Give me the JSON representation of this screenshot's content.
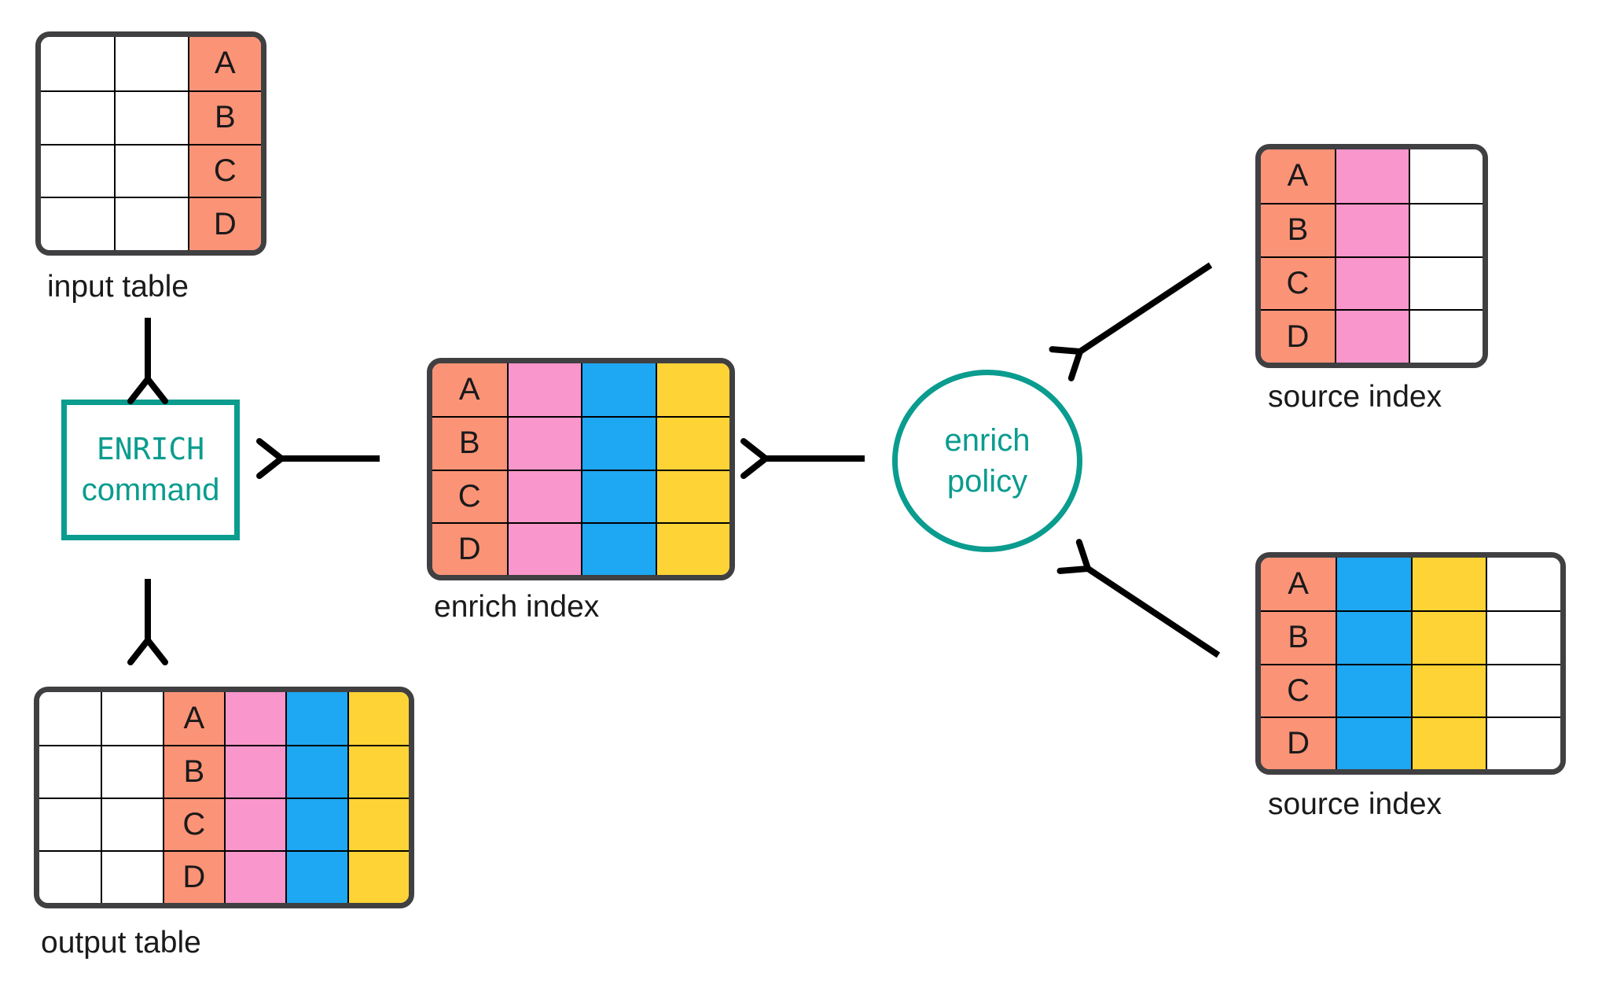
{
  "palette": {
    "salmon": "#FB9377",
    "pink": "#F996CB",
    "blue": "#1EA7F2",
    "yellow": "#FDD335",
    "teal": "#0A9C8F",
    "grid": "#000000",
    "table_border": "#404042",
    "ink": "#1A1A1A",
    "arrow": "#000000"
  },
  "row_labels": [
    "A",
    "B",
    "C",
    "D"
  ],
  "tables": [
    {
      "key": "input_table",
      "label": "input table",
      "columns": [
        "blank",
        "blank",
        "key"
      ]
    },
    {
      "key": "enrich_index",
      "label": "enrich index",
      "columns": [
        "key",
        "pink",
        "blue",
        "yellow"
      ]
    },
    {
      "key": "source_index_top",
      "label": "source index",
      "columns": [
        "key",
        "pink",
        "blank"
      ]
    },
    {
      "key": "source_index_bottom",
      "label": "source index",
      "columns": [
        "key",
        "blue",
        "yellow",
        "blank"
      ]
    },
    {
      "key": "output_table",
      "label": "output table",
      "columns": [
        "blank",
        "blank",
        "key",
        "pink",
        "blue",
        "yellow"
      ]
    }
  ],
  "enrich_command": {
    "line1": "ENRICH",
    "line2": "command"
  },
  "enrich_policy": {
    "line1": "enrich",
    "line2": "policy"
  }
}
